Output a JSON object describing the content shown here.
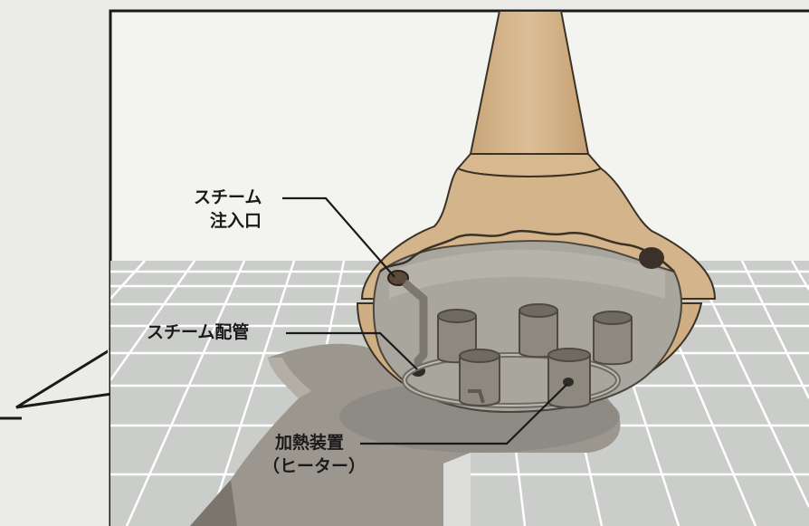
{
  "labels": {
    "steam_inlet_line1": "スチーム",
    "steam_inlet_line2": "注入口",
    "steam_pipe": "スチーム配管",
    "heater_line1": "加熱装置",
    "heater_line2": "（ヒーター）"
  },
  "colors": {
    "background": "#ebebe8",
    "frame_border": "#1a1a1a",
    "copper_body": "#d2b48c",
    "interior": "#a8a59c",
    "floor": "#c9cbc8",
    "tile_lines": "#ffffff",
    "heater": "#8c887e"
  }
}
